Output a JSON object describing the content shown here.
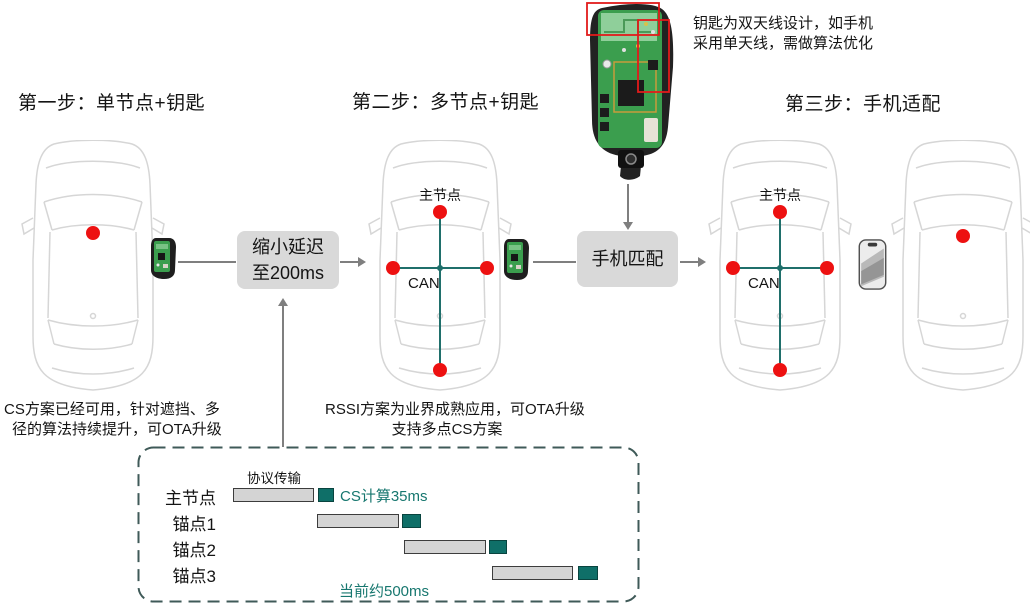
{
  "flow": {
    "step1_label": "第一步：单节点+钥匙",
    "step2_label": "第二步：多节点+钥匙",
    "step3_label": "第三步：手机适配",
    "delay_box_line1": "缩小延迟",
    "delay_box_line2": "至200ms",
    "match_box_label": "手机匹配",
    "master_node_label": "主节点",
    "can_label": "CAN"
  },
  "notes": {
    "key_note_line1": "钥匙为双天线设计，如手机",
    "key_note_line2": "采用单天线，需做算法优化",
    "cs_note_line1": "CS方案已经可用，针对遮挡、多",
    "cs_note_line2": "径的算法持续提升，可OTA升级",
    "rssi_note_line1": "RSSI方案为业界成熟应用，可OTA升级",
    "rssi_note_line2": "支持多点CS方案"
  },
  "timeline": {
    "rows": [
      {
        "label": "主节点"
      },
      {
        "label": "锚点1"
      },
      {
        "label": "锚点2"
      },
      {
        "label": "锚点3"
      }
    ],
    "protocol_label": "协议传输",
    "cs_calc_label": "CS计算35ms",
    "total_label": "当前约500ms"
  },
  "icons": {
    "key_fob": "key-fob-icon",
    "key_pcb_photo": "key-pcb-photo",
    "smartphone": "smartphone-icon",
    "car_top_view": "car-top-view-icon",
    "antenna_highlight": "antenna-highlight-rect"
  },
  "colors": {
    "anchor_dot_red": "#ed1111",
    "can_bus_teal": "#1f6f6b",
    "teal_bar": "#0f6f68",
    "teal_text": "#17776f",
    "process_box_gray": "#d9d9d9",
    "gantt_bar_gray": "#d4d4d4",
    "arrow_gray": "#7f7f7f",
    "car_outline_gray": "#d6d6d6",
    "dashed_border": "#3f5a58"
  }
}
